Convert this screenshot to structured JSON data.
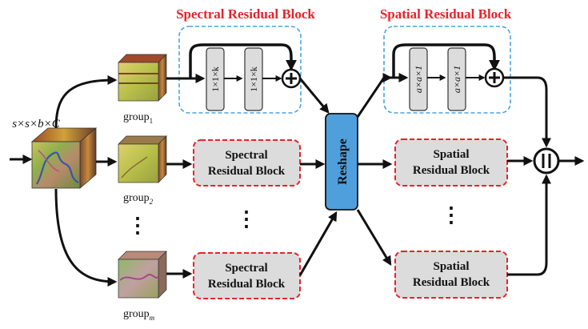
{
  "titles": {
    "spectral": "Spectral Residual Block",
    "spatial": "Spatial Residual Block"
  },
  "input_dims": "s×s×b×C",
  "groups": [
    {
      "base": "group",
      "sub": "1"
    },
    {
      "base": "group",
      "sub": "2"
    },
    {
      "base": "group",
      "sub": "m"
    }
  ],
  "spectral_conv": [
    "1×1×k",
    "1×1×k"
  ],
  "spatial_conv": [
    "a×a×1",
    "a×a×1"
  ],
  "spectral_block": {
    "line1": "Spectral",
    "line2": "Residual Block"
  },
  "spatial_block": {
    "line1": "Spatial",
    "line2": "Residual Block"
  },
  "reshape": "Reshape",
  "ellipsis": "⋮",
  "colors": {
    "title_red": "#e8232b",
    "dashed_blue": "#4aa3df",
    "dashed_red": "#e8232b",
    "reshape_fill": "#4f9fdc",
    "block_fill": "#dcdcdc",
    "arrow": "#111111"
  }
}
